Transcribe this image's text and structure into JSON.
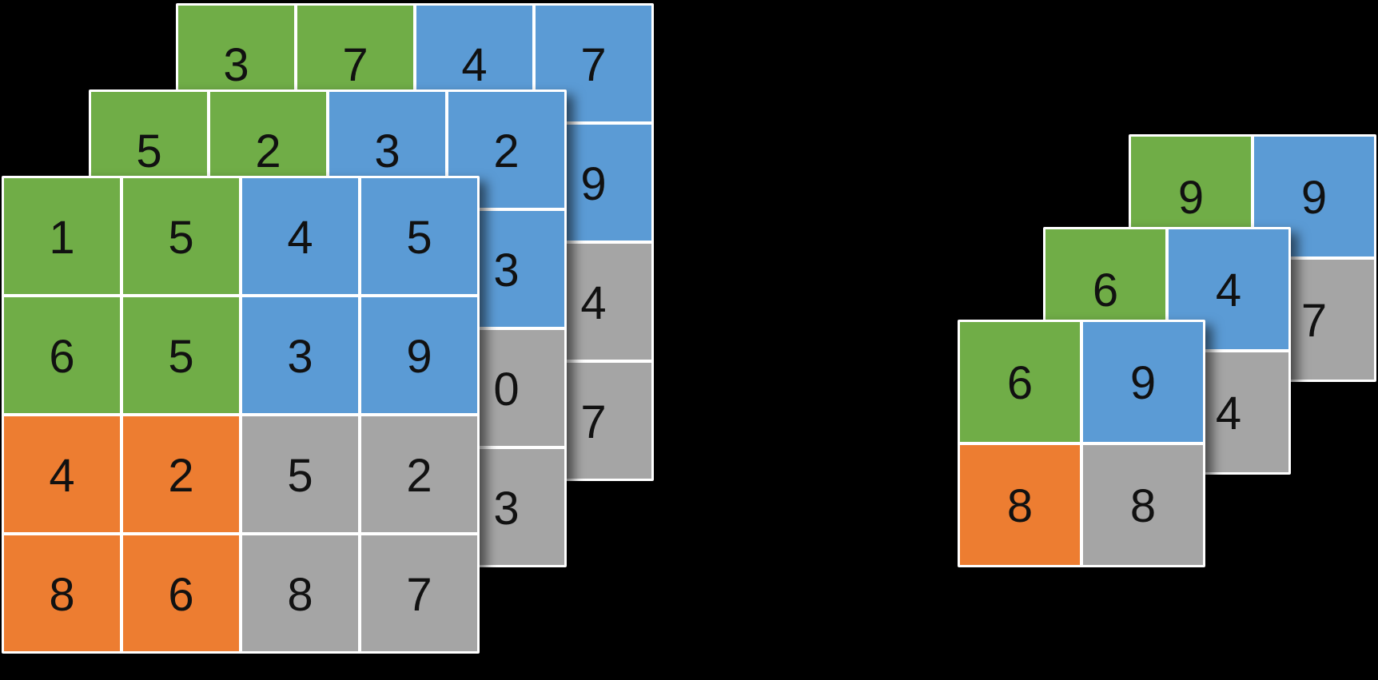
{
  "background": "#000000",
  "colors": {
    "green": "#70AD47",
    "blue": "#5B9BD5",
    "orange": "#ED7D31",
    "gray": "#A5A5A5",
    "cell_border": "#FFFFFF",
    "number_text": "#111111"
  },
  "quadrant_colors": {
    "top_left": "green",
    "top_right": "blue",
    "bottom_left": "orange",
    "bottom_right": "gray"
  },
  "left_stack": {
    "name": "input-tensor-stack",
    "grid_size": 4,
    "layers": [
      {
        "depth": "back",
        "values": [
          [
            3,
            7,
            4,
            7
          ],
          [
            null,
            null,
            null,
            9
          ],
          [
            null,
            null,
            null,
            4
          ],
          [
            null,
            null,
            null,
            7
          ]
        ]
      },
      {
        "depth": "middle",
        "values": [
          [
            5,
            2,
            3,
            2
          ],
          [
            null,
            null,
            null,
            3
          ],
          [
            null,
            null,
            null,
            0
          ],
          [
            null,
            null,
            null,
            3
          ]
        ]
      },
      {
        "depth": "front",
        "values": [
          [
            1,
            5,
            4,
            5
          ],
          [
            6,
            5,
            3,
            9
          ],
          [
            4,
            2,
            5,
            2
          ],
          [
            8,
            6,
            8,
            7
          ]
        ]
      }
    ]
  },
  "right_stack": {
    "name": "pooled-output-stack",
    "grid_size": 2,
    "layers": [
      {
        "depth": "back",
        "values": [
          [
            9,
            9
          ],
          [
            null,
            7
          ]
        ]
      },
      {
        "depth": "middle",
        "values": [
          [
            6,
            4
          ],
          [
            null,
            4
          ]
        ]
      },
      {
        "depth": "front",
        "values": [
          [
            6,
            9
          ],
          [
            8,
            8
          ]
        ]
      }
    ]
  }
}
